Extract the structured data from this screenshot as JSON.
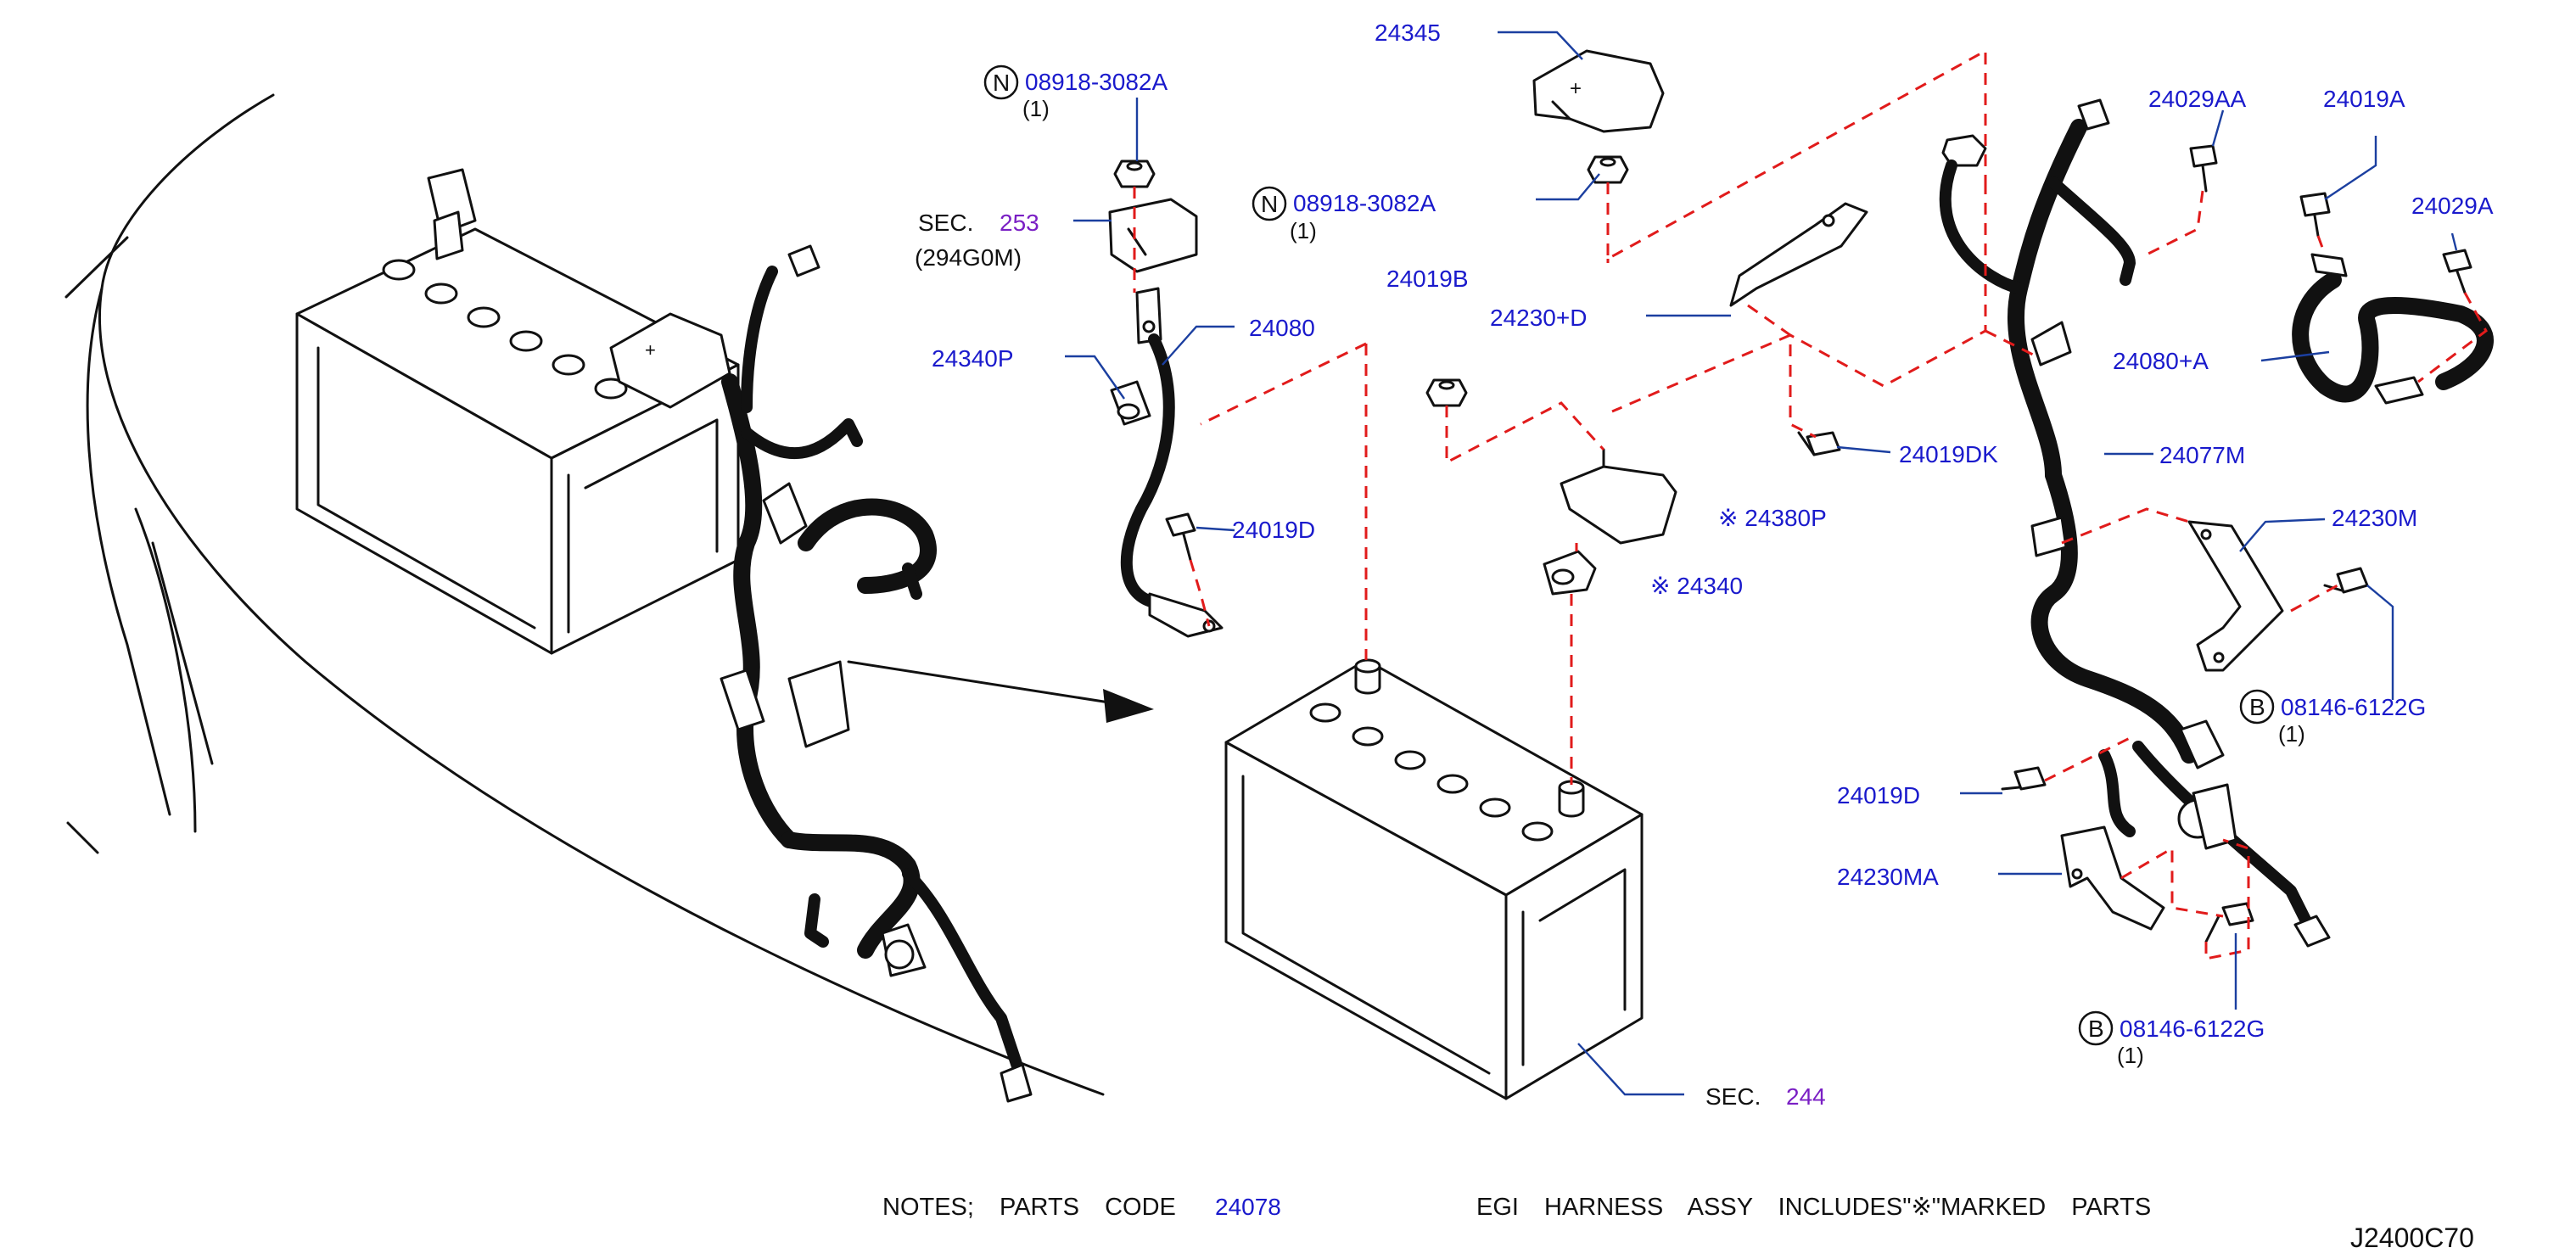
{
  "diagram": {
    "code": "J2400C70",
    "notes": {
      "text_a": "NOTES;  PARTS  CODE",
      "code": "24078",
      "text_b": "EGI  HARNESS  ASSY  INCLUDES\"※\"MARKED  PARTS"
    },
    "callouts": {
      "p24345": "24345",
      "p08918_top_prefix": "N",
      "p08918_top": "08918-3082A",
      "p08918_top_qty": "(1)",
      "p08918_mid_prefix": "N",
      "p08918_mid": "08918-3082A",
      "p08918_mid_qty": "(1)",
      "sec253_label": "SEC.",
      "sec253_num": "253",
      "sec253_sub": "(294G0M)",
      "p24340P": "24340P",
      "p24080": "24080",
      "p24019B": "24019B",
      "p24230D": "24230+D",
      "p24019D_mid": "24019D",
      "p24019DK": "24019DK",
      "p24380P": "※ 24380P",
      "p24340": "※ 24340",
      "p24029AA": "24029AA",
      "p24019A": "24019A",
      "p24029A": "24029A",
      "p24080A": "24080+A",
      "p24077M": "24077M",
      "p24230M": "24230M",
      "p08146_top_prefix": "B",
      "p08146_top": "08146-6122G",
      "p08146_top_qty": "(1)",
      "p24019D_right": "24019D",
      "p24230MA": "24230MA",
      "p08146_bot_prefix": "B",
      "p08146_bot": "08146-6122G",
      "p08146_bot_qty": "(1)",
      "sec244_label": "SEC.",
      "sec244_num": "244"
    }
  }
}
